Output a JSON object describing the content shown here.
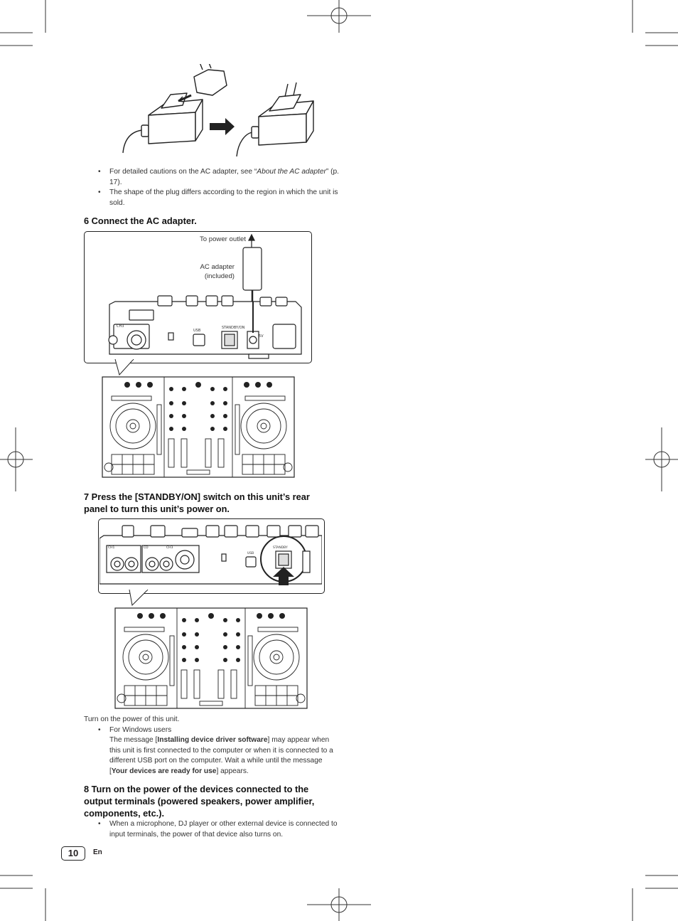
{
  "notes": [
    {
      "before": "For detailed cautions on the AC adapter, see “",
      "italic": "About the AC adapter",
      "after": "” (p. 17)."
    },
    {
      "text": "The shape of the plug differs according to the region in which the unit is sold."
    }
  ],
  "step6": {
    "title": "6   Connect the AC adapter.",
    "label_outlet": "To power outlet",
    "label_adapter_1": "AC adapter",
    "label_adapter_2": "(included)"
  },
  "step7": {
    "title_line1": "7   Press the [STANDBY/ON] switch on this unit’s rear",
    "title_line2": "panel to turn this unit’s power on."
  },
  "power_on": {
    "intro": "Turn on the power of this unit.",
    "bullet": "For Windows users",
    "msg_1": "The message [",
    "msg_bold1": "Installing device driver software",
    "msg_2": "] may appear when this unit is first connected to the computer or when it is connected to a different USB port on the computer. Wait a while until the message [",
    "msg_bold2": "Your devices are ready for use",
    "msg_3": "] appears."
  },
  "step8": {
    "title_line1": "8   Turn on the power of the devices connected to the",
    "title_line2": "output terminals (powered speakers, power amplifier,",
    "title_line3": "components, etc.).",
    "bullet": "When a microphone, DJ player or other external device is connected to input terminals, the power of that device also turns on."
  },
  "footer": {
    "page": "10",
    "lang": "En"
  }
}
